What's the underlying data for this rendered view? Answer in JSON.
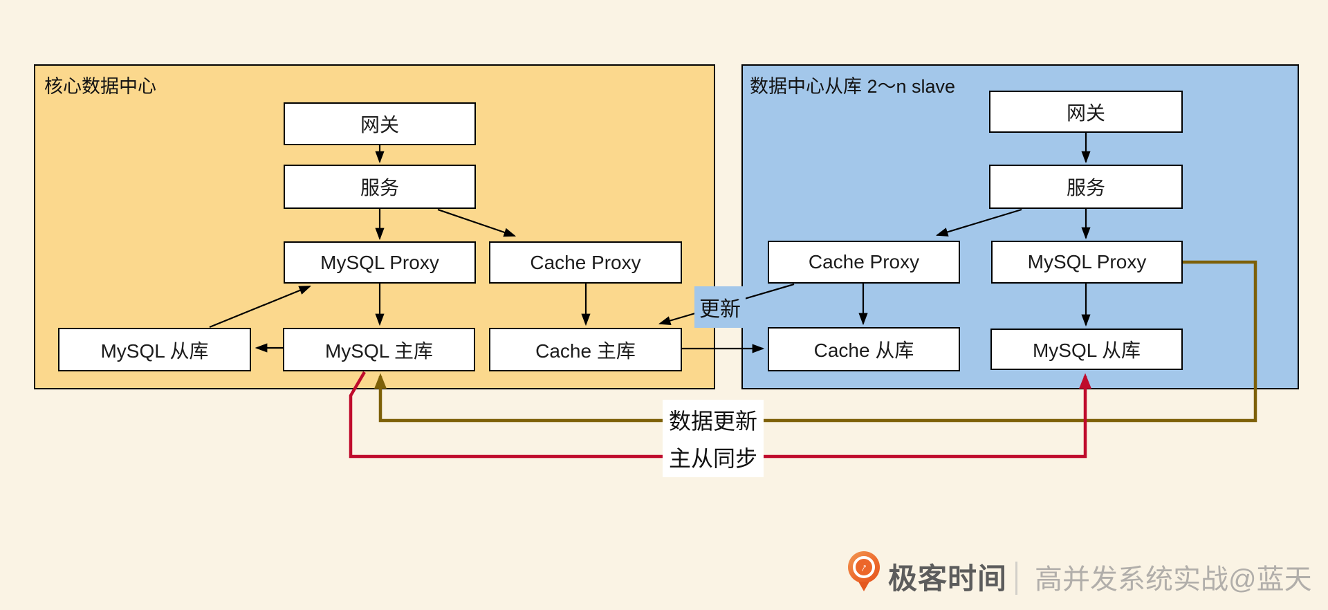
{
  "panels": {
    "core": {
      "label": "核心数据中心"
    },
    "slave": {
      "label": "数据中心从库 2～n slave"
    }
  },
  "nodes": {
    "core_gateway": {
      "label": "网关"
    },
    "core_service": {
      "label": "服务"
    },
    "core_mysql_proxy": {
      "label": "MySQL Proxy"
    },
    "core_cache_proxy": {
      "label": "Cache Proxy"
    },
    "core_mysql_slave": {
      "label": "MySQL 从库"
    },
    "core_mysql_master": {
      "label": "MySQL 主库"
    },
    "core_cache_master": {
      "label": "Cache 主库"
    },
    "slave_gateway": {
      "label": "网关"
    },
    "slave_service": {
      "label": "服务"
    },
    "slave_cache_proxy": {
      "label": "Cache Proxy"
    },
    "slave_mysql_proxy": {
      "label": "MySQL Proxy"
    },
    "slave_cache_slave": {
      "label": "Cache 从库"
    },
    "slave_mysql_slave": {
      "label": "MySQL 从库"
    }
  },
  "edge_labels": {
    "update": "更新",
    "data_update": "数据更新",
    "sync": "主从同步"
  },
  "footer": {
    "brand": "极客时间",
    "credit": "高并发系统实战@蓝天"
  },
  "colors": {
    "background": "#faf3e4",
    "core_panel": "#fbd88d",
    "slave_panel": "#a3c7ea",
    "node_fill": "#ffffff",
    "node_border": "#000000",
    "black_arrow": "#000000",
    "data_update_line": "#7d6008",
    "sync_line": "#bf0b2c",
    "brand_orange": "#ed6b2d",
    "brand_text": "#5c5c5c",
    "credit_text": "#b1aeaa"
  }
}
